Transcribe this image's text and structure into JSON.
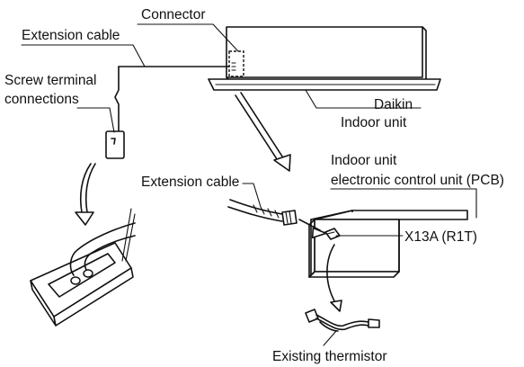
{
  "labels": {
    "connector": "Connector",
    "extension_cable_top": "Extension cable",
    "screw_terminal_line1": "Screw terminal",
    "screw_terminal_line2": "connections",
    "daikin": "Daikin",
    "indoor_unit": "Indoor unit",
    "pcb_line1": "Indoor unit",
    "pcb_line2": "electronic control unit (PCB)",
    "extension_cable_mid": "Extension cable",
    "x13a": "X13A (R1T)",
    "existing_thermistor": "Existing thermistor"
  }
}
